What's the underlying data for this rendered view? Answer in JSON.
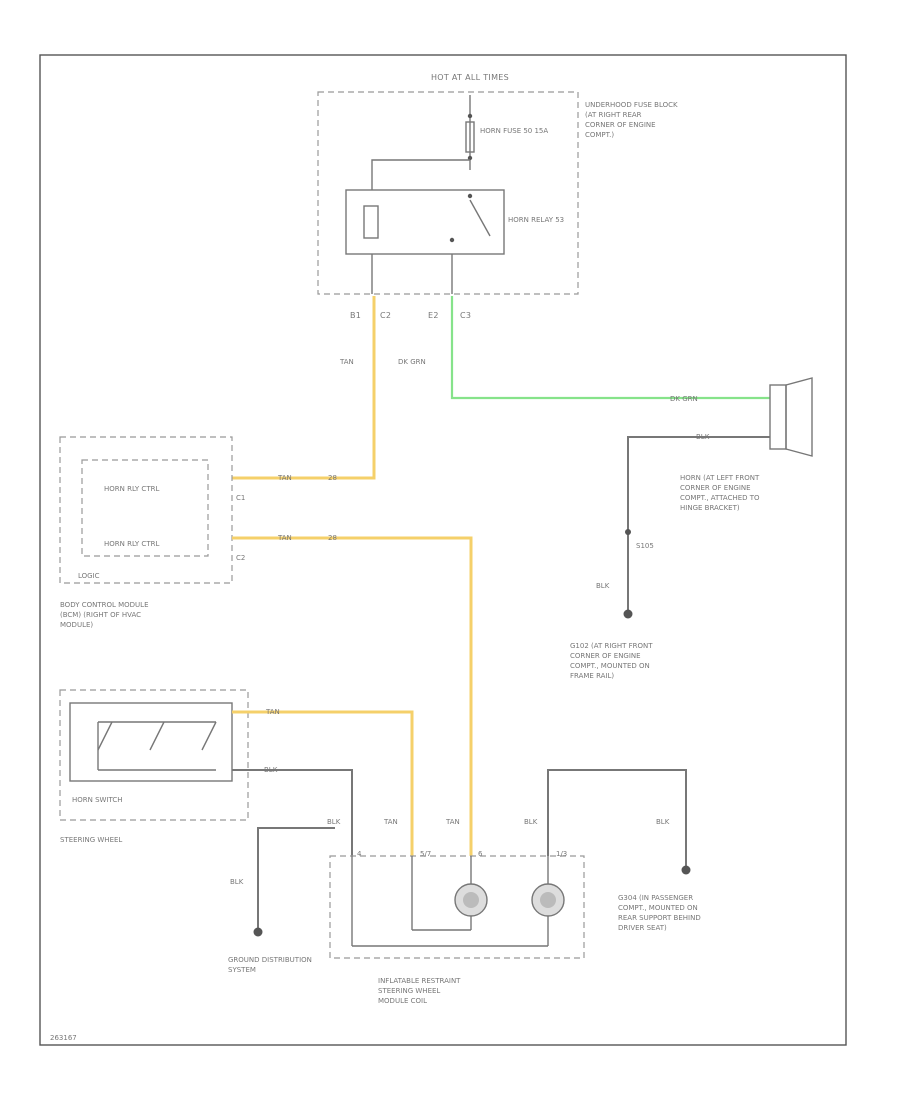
{
  "hot_at": "HOT AT ALL TIMES",
  "fuse_block": "UNDERHOOD FUSE BLOCK (AT RIGHT REAR CORNER OF ENGINE COMPT.)",
  "horn_fuse": "HORN FUSE 50 15A",
  "horn_relay": "HORN RELAY 53",
  "pins": {
    "b1": "B1",
    "c2": "C2",
    "e2": "E2",
    "c3": "C3",
    "c1": "C1",
    "c2b": "C2"
  },
  "wires": {
    "tan": "TAN",
    "dk_grn": "DK GRN",
    "blk": "BLK",
    "tan_28": "28"
  },
  "bcm_labels": {
    "horn_rly_ctrl_1": "HORN RLY CTRL",
    "horn_rly_ctrl_2": "HORN RLY CTRL",
    "logic": "LOGIC",
    "bcm": "BODY CONTROL MODULE (BCM) (RIGHT OF HVAC MODULE)"
  },
  "horn": "HORN (AT LEFT FRONT CORNER OF ENGINE COMPT., ATTACHED TO HINGE BRACKET)",
  "splice": "S105",
  "g102": "G102 (AT RIGHT FRONT CORNER OF ENGINE COMPT., MOUNTED ON FRAME RAIL)",
  "horn_switch": "HORN SWITCH",
  "steering_wheel": "STEERING WHEEL",
  "ground_dist": "GROUND DISTRIBUTION SYSTEM",
  "coil": "INFLATABLE RESTRAINT STEERING WHEEL MODULE COIL",
  "coil_pins": {
    "p1": "4",
    "p2": "5/7",
    "p3": "6",
    "p4": "1/3"
  },
  "g304": "G304 (IN PASSENGER COMPT., MOUNTED ON REAR SUPPORT BEHIND DRIVER SEAT)",
  "figure_id": "263167"
}
